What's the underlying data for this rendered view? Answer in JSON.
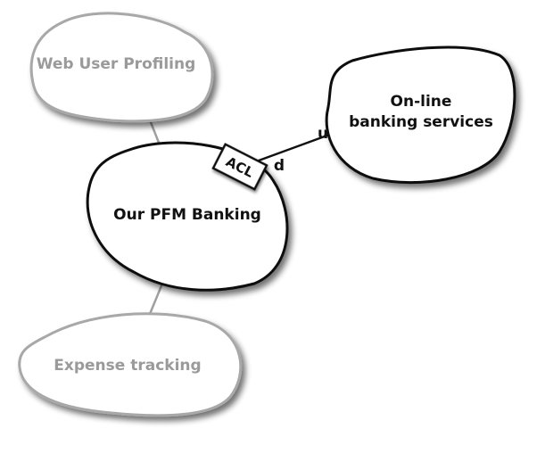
{
  "contexts": {
    "web_user_profiling": {
      "label": "Web User Profiling"
    },
    "online_banking": {
      "line1": "On-line",
      "line2": "banking services"
    },
    "our_pfm_banking": {
      "label": "Our PFM Banking"
    },
    "expense_tracking": {
      "label": "Expense tracking"
    }
  },
  "relationship": {
    "acl": "ACL",
    "upstream_marker": "u",
    "downstream_marker": "d"
  },
  "colors": {
    "primary_stroke": "#111111",
    "faded_stroke": "#a8a8a8",
    "faded_text": "#9a9a9a",
    "connector_gray": "#a0a0a0",
    "fill": "#ffffff",
    "shadow": "#7a7a7a"
  }
}
